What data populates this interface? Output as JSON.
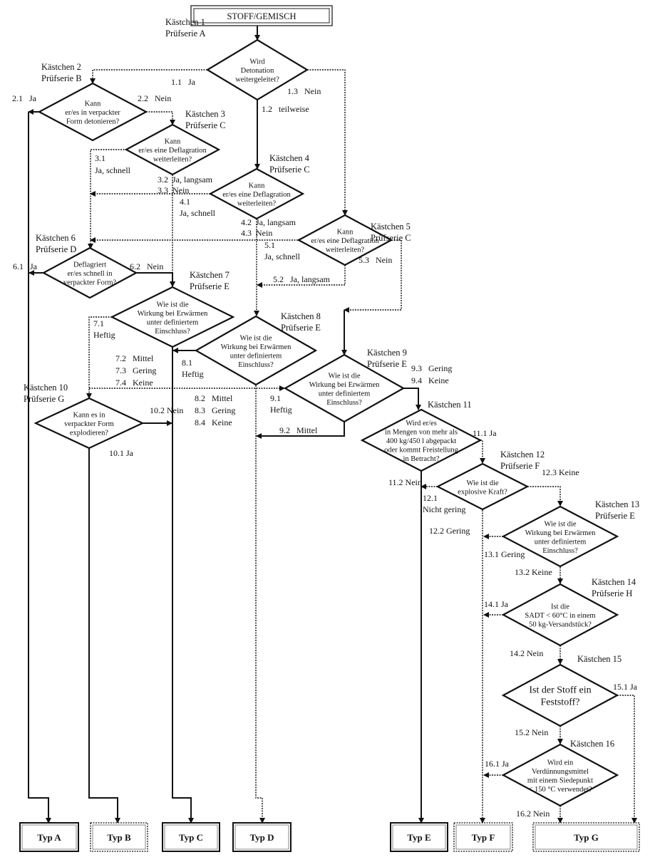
{
  "start": "STOFF/GEMISCH",
  "decisions": [
    {
      "box": "Kästchen 1",
      "series": "Prüfserie A",
      "question": [
        "Wird",
        "Detonation",
        "weitergeleitet?"
      ]
    },
    {
      "box": "Kästchen 2",
      "series": "Prüfserie B",
      "question": [
        "Kann",
        "er/es in verpackter",
        "Form detonieren?"
      ]
    },
    {
      "box": "Kästchen 3",
      "series": "Prüfserie C",
      "question": [
        "Kann",
        "er/es eine Deflagration",
        "weiterleiten?"
      ]
    },
    {
      "box": "Kästchen 4",
      "series": "Prüfserie C",
      "question": [
        "Kann",
        "er/es eine Deflagration",
        "weiterleiten?"
      ]
    },
    {
      "box": "Kästchen 5",
      "series": "Prüfserie C",
      "question": [
        "Kann",
        "er/es eine Deflagration",
        "weiterleiten?"
      ]
    },
    {
      "box": "Kästchen 6",
      "series": "Prüfserie D",
      "question": [
        "Deflagriert",
        "er/es schnell in",
        "verpackter Form?"
      ]
    },
    {
      "box": "Kästchen 7",
      "series": "Prüfserie E",
      "question": [
        "Wie ist die",
        "Wirkung bei Erwärmen",
        "unter definiertem",
        "Einschluss?"
      ]
    },
    {
      "box": "Kästchen 8",
      "series": "Prüfserie E",
      "question": [
        "Wie ist die",
        "Wirkung bei Erwärmen",
        "unter definiertem",
        "Einschluss?"
      ]
    },
    {
      "box": "Kästchen 9",
      "series": "Prüfserie E",
      "question": [
        "Wie ist die",
        "Wirkung bei Erwärmen",
        "unter definiertem",
        "Einschluss?"
      ]
    },
    {
      "box": "Kästchen 10",
      "series": "Prüfserie G",
      "question": [
        "Kann es in",
        "verpackter Form",
        "explodieren?"
      ]
    },
    {
      "box": "Kästchen 11",
      "series": "",
      "question": [
        "Wird er/es",
        "in Mengen von mehr als",
        "400 kg/450 l abgepackt",
        "oder kommt Freistellung",
        "in Betracht?"
      ]
    },
    {
      "box": "Kästchen 12",
      "series": "Prüfserie F",
      "question": [
        "Wie ist die",
        "explosive Kraft?"
      ]
    },
    {
      "box": "Kästchen 13",
      "series": "Prüfserie E",
      "question": [
        "Wie ist die",
        "Wirkung bei Erwärmen",
        "unter definiertem",
        "Einschluss?"
      ]
    },
    {
      "box": "Kästchen 14",
      "series": "Prüfserie H",
      "question": [
        "Ist die",
        "SADT < 60°C in einem",
        "50 kg-Versandstück?"
      ]
    },
    {
      "box": "Kästchen 15",
      "series": "",
      "question": [
        "Ist der Stoff ein",
        "Feststoff?"
      ]
    },
    {
      "box": "Kästchen 16",
      "series": "",
      "question": [
        "Wird ein",
        "Verdünnungsmittel",
        "mit einem Siedepunkt",
        "< 150 °C verwendet?"
      ]
    }
  ],
  "answers": [
    "1.1   Ja",
    "1.2   teilweise",
    "1.3   Nein",
    "2.1   Ja",
    "2.2   Nein",
    "3.1",
    "Ja, schnell",
    "3.2  Ja, langsam",
    "3.3  Nein",
    "4.1",
    "Ja, schnell",
    "4.2  Ja, langsam",
    "4.3  Nein",
    "5.1",
    "Ja, schnell",
    "5.2   Ja, langsam",
    "5.3   Nein",
    "6.1   Ja",
    "6.2   Nein",
    "7.1",
    "Heftig",
    "7.2   Mittel",
    "7.3   Gering",
    "7.4   Keine",
    "8.1",
    "Heftig",
    "8.2   Mittel",
    "8.3   Gering",
    "8.4   Keine",
    "9.1",
    "Heftig",
    "9.2   Mittel",
    "9.3   Gering",
    "9.4   Keine",
    "10.1 Ja",
    "10.2 Nein",
    "11.1 Ja",
    "11.2 Nein",
    "12.1",
    "Nicht gering",
    "12.2 Gering",
    "12.3 Keine",
    "13.1 Gering",
    "13.2 Keine",
    "14.1 Ja",
    "14.2 Nein",
    "15.1 Ja",
    "15.2 Nein",
    "16.1 Ja",
    "16.2 Nein"
  ],
  "results": [
    "Typ A",
    "Typ B",
    "Typ C",
    "Typ D",
    "Typ E",
    "Typ F",
    "Typ G"
  ]
}
